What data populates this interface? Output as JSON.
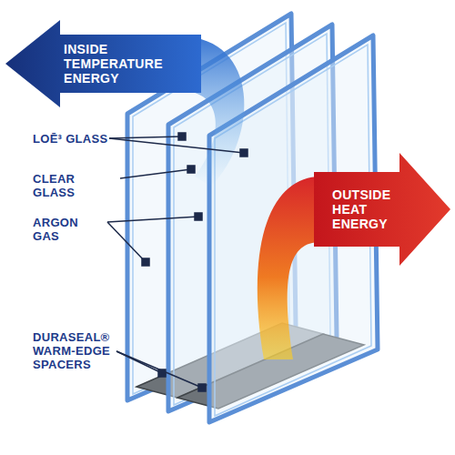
{
  "diagram": {
    "nodes": [
      {
        "text": [
          "INSIDE TEMPERATURE ENERGY"
        ]
      },
      {
        "text": [
          "OUTSIDE HEAT ENERGY"
        ]
      }
    ],
    "labels": [
      "LOĒ³ GLASS",
      "CLEAR GLASS",
      "ARGON GAS",
      "DURASEAL® WARM-EDGE SPACERS"
    ]
  }
}
